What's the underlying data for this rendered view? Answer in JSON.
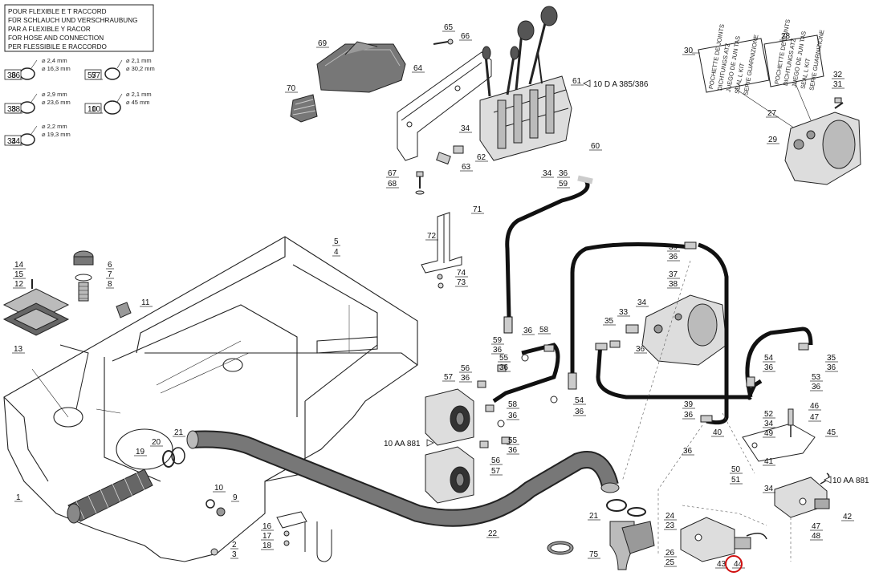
{
  "legend_lines": [
    "POUR FLEXIBLE E      T RACCORD",
    "FÜR SCHLAUCH UND VERSCHRAUBUNG",
    "PAR A FLEXIBLE    Y RACOR",
    "FOR HOSE     AND CONNECTION",
    "PER FLESSIBILE E RACCORDO"
  ],
  "seal_spec_left": [
    {
      "ref": "36",
      "d1": "⌀ 2,4 mm",
      "d2": "⌀ 16,3 mm"
    },
    {
      "ref": "38",
      "d1": "⌀ 2,9 mm",
      "d2": "⌀ 23,6 mm"
    },
    {
      "ref": "34",
      "d1": "⌀ 2,2 mm",
      "d2": "⌀ 19,3 mm"
    }
  ],
  "seal_spec_right": [
    {
      "ref": "57",
      "d1": "⌀ 2,1 mm",
      "d2": "⌀ 30,2 mm"
    },
    {
      "ref": "10",
      "d1": "⌀ 2,1 mm",
      "d2": "⌀ 45 mm"
    }
  ],
  "seal_kit_lines": [
    "POCHETTE DE JOINTS",
    "DICHTUNGS  ATZ",
    "JUEGO DE JUN   TAS",
    "SEAL L KIT",
    "SERIE GUARNIZIONE"
  ],
  "seal_kit_refs": [
    "30",
    "28"
  ],
  "refs": {
    "r61": "10 D A 385/386",
    "r881a": "10 AA 881",
    "r881b": "10 AA 881"
  },
  "part_labels": [
    {
      "t": "36"
    },
    {
      "t": "38"
    },
    {
      "t": "34"
    },
    {
      "t": "57"
    },
    {
      "t": "10"
    },
    {
      "t": "69"
    },
    {
      "t": "70"
    },
    {
      "t": "65"
    },
    {
      "t": "66"
    },
    {
      "t": "64"
    },
    {
      "t": "61"
    },
    {
      "t": "34"
    },
    {
      "t": "62"
    },
    {
      "t": "63"
    },
    {
      "t": "60"
    },
    {
      "t": "34"
    },
    {
      "t": "36"
    },
    {
      "t": "59"
    },
    {
      "t": "67"
    },
    {
      "t": "68"
    },
    {
      "t": "30"
    },
    {
      "t": "28"
    },
    {
      "t": "32"
    },
    {
      "t": "31"
    },
    {
      "t": "27"
    },
    {
      "t": "29"
    },
    {
      "t": "71"
    },
    {
      "t": "72"
    },
    {
      "t": "74"
    },
    {
      "t": "73"
    },
    {
      "t": "5"
    },
    {
      "t": "4"
    },
    {
      "t": "14"
    },
    {
      "t": "15"
    },
    {
      "t": "12"
    },
    {
      "t": "6"
    },
    {
      "t": "7"
    },
    {
      "t": "8"
    },
    {
      "t": "11"
    },
    {
      "t": "13"
    },
    {
      "t": "39"
    },
    {
      "t": "36"
    },
    {
      "t": "37"
    },
    {
      "t": "38"
    },
    {
      "t": "33"
    },
    {
      "t": "34"
    },
    {
      "t": "35"
    },
    {
      "t": "36"
    },
    {
      "t": "59"
    },
    {
      "t": "36"
    },
    {
      "t": "36"
    },
    {
      "t": "58"
    },
    {
      "t": "55"
    },
    {
      "t": "36"
    },
    {
      "t": "56"
    },
    {
      "t": "36"
    },
    {
      "t": "57"
    },
    {
      "t": "54"
    },
    {
      "t": "36"
    },
    {
      "t": "35"
    },
    {
      "t": "36"
    },
    {
      "t": "53"
    },
    {
      "t": "36"
    },
    {
      "t": "58"
    },
    {
      "t": "36"
    },
    {
      "t": "55"
    },
    {
      "t": "36"
    },
    {
      "t": "56"
    },
    {
      "t": "57"
    },
    {
      "t": "54"
    },
    {
      "t": "36"
    },
    {
      "t": "39"
    },
    {
      "t": "36"
    },
    {
      "t": "40"
    },
    {
      "t": "36"
    },
    {
      "t": "52"
    },
    {
      "t": "34"
    },
    {
      "t": "49"
    },
    {
      "t": "46"
    },
    {
      "t": "47"
    },
    {
      "t": "45"
    },
    {
      "t": "41"
    },
    {
      "t": "50"
    },
    {
      "t": "51"
    },
    {
      "t": "34"
    },
    {
      "t": "42"
    },
    {
      "t": "47"
    },
    {
      "t": "48"
    },
    {
      "t": "21"
    },
    {
      "t": "20"
    },
    {
      "t": "19"
    },
    {
      "t": "1"
    },
    {
      "t": "10"
    },
    {
      "t": "9"
    },
    {
      "t": "16"
    },
    {
      "t": "17"
    },
    {
      "t": "18"
    },
    {
      "t": "2"
    },
    {
      "t": "3"
    },
    {
      "t": "22"
    },
    {
      "t": "21"
    },
    {
      "t": "24"
    },
    {
      "t": "23"
    },
    {
      "t": "26"
    },
    {
      "t": "25"
    },
    {
      "t": "75"
    },
    {
      "t": "43"
    },
    {
      "t": "44"
    }
  ],
  "colors": {
    "line": "#222222",
    "hose": "#111111",
    "highlight": "#d01010",
    "fill_gray": "#9a9a9a",
    "fill_dark": "#555555"
  }
}
